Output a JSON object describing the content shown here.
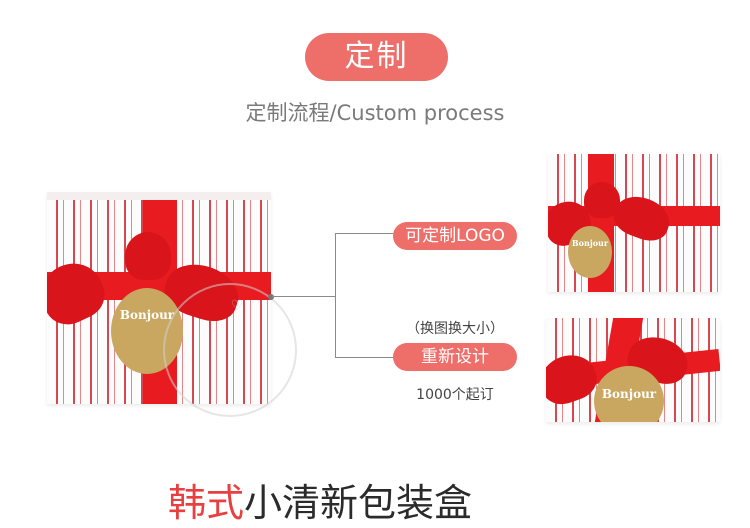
{
  "header": {
    "title": "定制",
    "subtitle": "定制流程/Custom process"
  },
  "callouts": {
    "logo_label": "可定制LOGO",
    "resize_note": "（换图换大小）",
    "redesign_label": "重新设计",
    "min_order": "1000个起订"
  },
  "product": {
    "tag_text": "Bonjour"
  },
  "bottom": {
    "accent": "韩式",
    "rest": "小清新包装盒"
  },
  "colors": {
    "accent": "#ee6e6a",
    "ribbon": "#e81c20",
    "tag": "#c9a761"
  }
}
